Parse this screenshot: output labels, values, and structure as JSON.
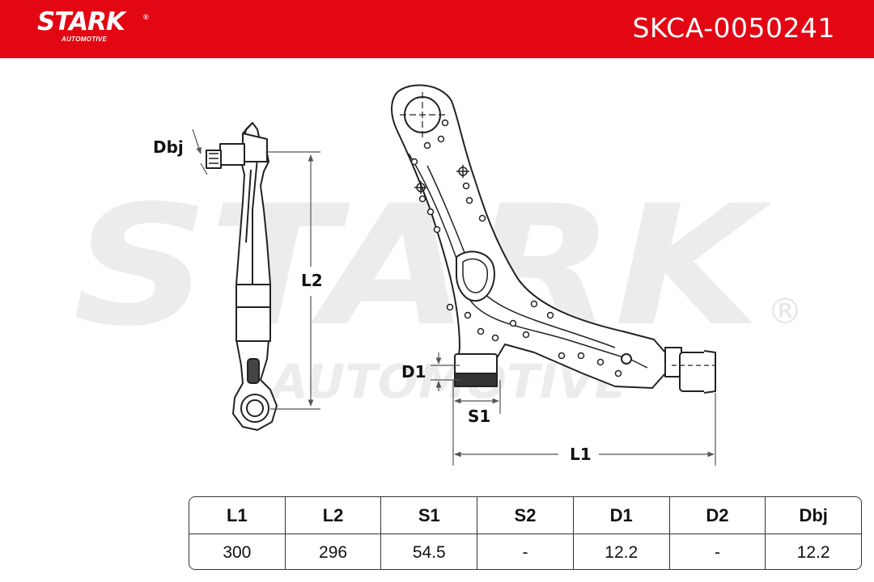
{
  "header": {
    "brand": "STARK",
    "brand_sub": "AUTOMOTIVE",
    "registered_mark": "®",
    "part_number": "SKCA-0050241",
    "accent_color": "#e30613"
  },
  "watermark": {
    "main": "STARK",
    "sub": "AUTOMOTIVE",
    "registered_mark": "®"
  },
  "dimension_labels": {
    "dbj": "Dbj",
    "l2": "L2",
    "d1": "D1",
    "s1": "S1",
    "l1": "L1"
  },
  "spec_table": {
    "headers": [
      "L1",
      "L2",
      "S1",
      "S2",
      "D1",
      "D2",
      "Dbj"
    ],
    "values": [
      "300",
      "296",
      "54.5",
      "-",
      "12.2",
      "-",
      "12.2"
    ]
  }
}
